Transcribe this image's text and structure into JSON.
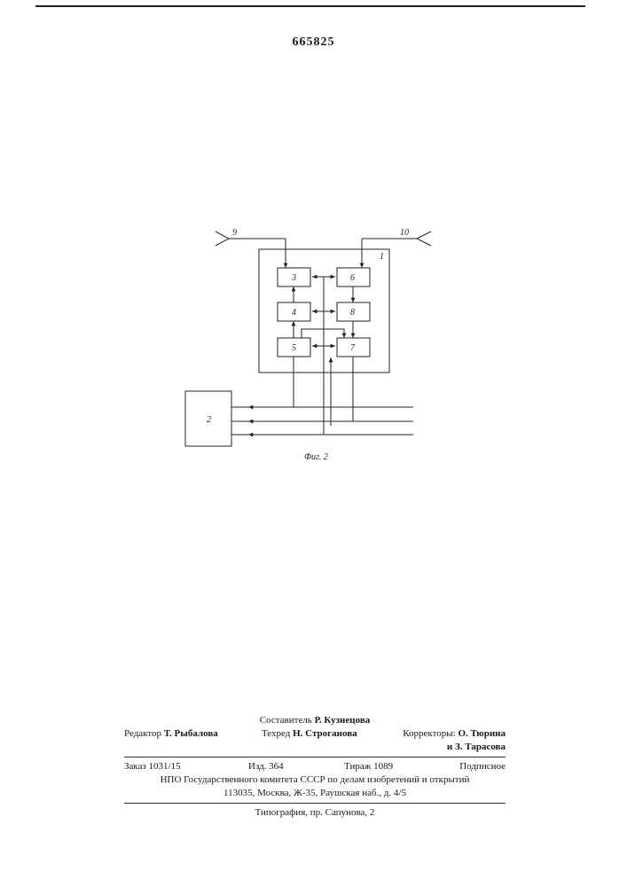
{
  "header": {
    "patent_number": "665825"
  },
  "figure": {
    "caption": "Фиг. 2",
    "blocks": [
      {
        "id": "b1",
        "label": "1"
      },
      {
        "id": "b2",
        "label": "2"
      },
      {
        "id": "b3",
        "label": "3"
      },
      {
        "id": "b4",
        "label": "4"
      },
      {
        "id": "b5",
        "label": "5"
      },
      {
        "id": "b6",
        "label": "6"
      },
      {
        "id": "b7",
        "label": "7"
      },
      {
        "id": "b8",
        "label": "8"
      }
    ],
    "antenna_left_label": "9",
    "antenna_right_label": "10"
  },
  "imprint": {
    "compiler_role": "Составитель",
    "compiler_name": "Р. Кузнецова",
    "editor_role": "Редактор",
    "editor_name": "Т. Рыбалова",
    "techred_role": "Техред",
    "techred_name": "Н. Строганова",
    "correctors_role": "Корректоры:",
    "corrector1_name": "О. Тюрина",
    "corrector2_name": "и З. Тарасова",
    "order": "Заказ 1031/15",
    "edition": "Изд. 364",
    "circulation": "Тираж 1089",
    "subscription": "Подписное",
    "org_line1": "НПО Государственного комитета СССР по делам изобретений и открытий",
    "org_line2": "113035, Москва, Ж-35, Раушская наб., д. 4/5",
    "printing": "Типография, пр. Сапунова, 2"
  }
}
